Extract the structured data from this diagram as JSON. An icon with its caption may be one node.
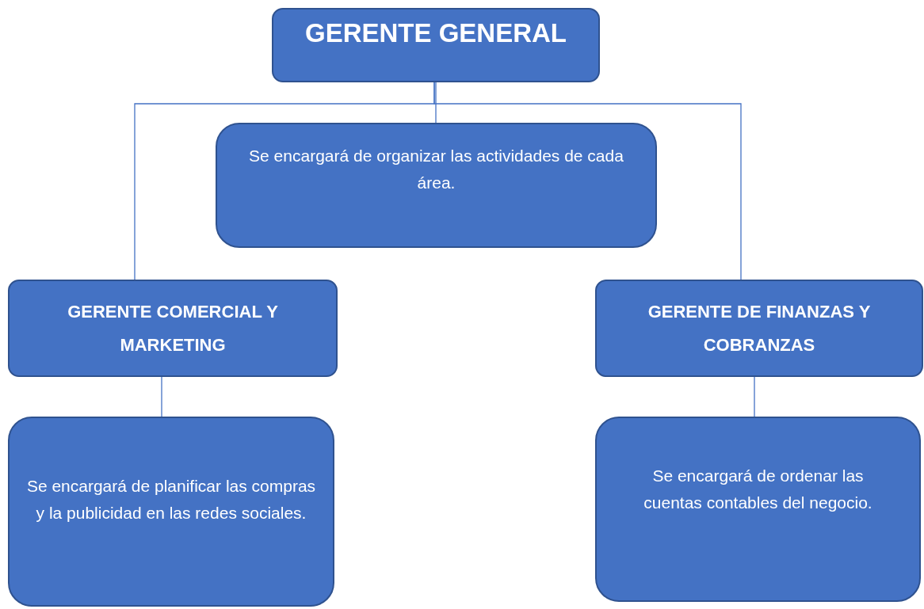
{
  "diagram": {
    "nodes": [
      {
        "text": [
          "GERENTE GENERAL"
        ]
      },
      {
        "text": [
          "Se encargará de organizar las actividades de cada área."
        ]
      },
      {
        "text": [
          "GERENTE COMERCIAL Y MARKETING"
        ]
      },
      {
        "text": [
          "Se encargará de planificar las compras y la publicidad en las redes sociales."
        ]
      },
      {
        "text": [
          "GERENTE DE FINANZAS Y COBRANZAS"
        ]
      },
      {
        "text": [
          "Se encargará de ordenar las cuentas contables del negocio."
        ]
      }
    ],
    "edges": [
      {
        "from": 0,
        "to": 1,
        "arrow": "none"
      },
      {
        "from": 0,
        "to": 2,
        "arrow": "none"
      },
      {
        "from": 0,
        "to": 4,
        "arrow": "none"
      },
      {
        "from": 2,
        "to": 3,
        "arrow": "none"
      },
      {
        "from": 4,
        "to": 5,
        "arrow": "none"
      }
    ]
  }
}
